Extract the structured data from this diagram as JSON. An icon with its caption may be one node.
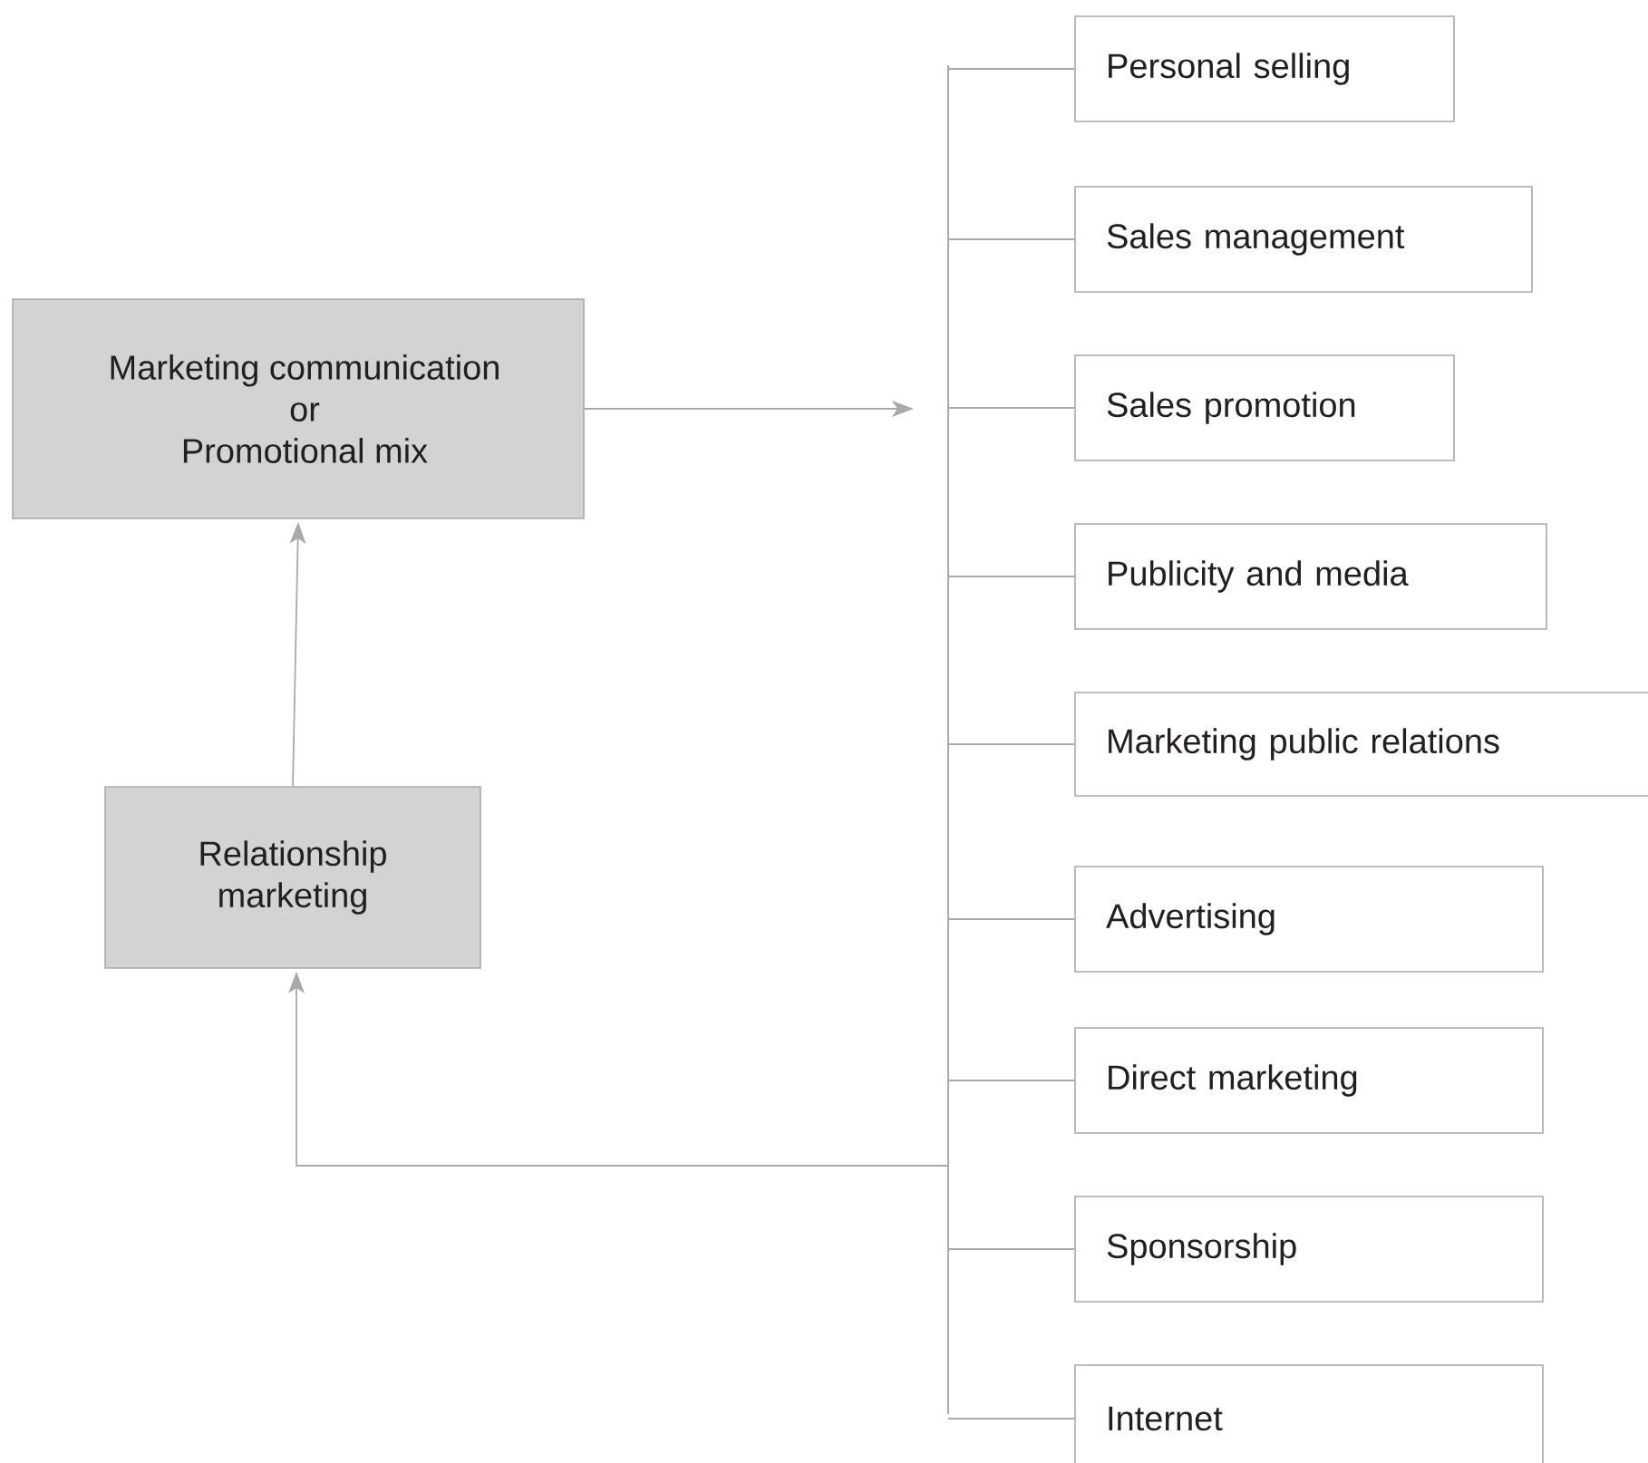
{
  "diagram": {
    "nodes": [
      {
        "text": [
          "Marketing communication or Promotional mix"
        ]
      },
      {
        "text": [
          "Relationship marketing"
        ]
      },
      {
        "text": [],
        "shape": "bar"
      },
      {
        "text": [
          "Personal selling"
        ]
      },
      {
        "text": [
          "Sales management"
        ]
      },
      {
        "text": [
          "Sales promotion"
        ]
      },
      {
        "text": [
          "Publicity and media"
        ]
      },
      {
        "text": [
          "Marketing public relations"
        ]
      },
      {
        "text": [
          "Advertising"
        ]
      },
      {
        "text": [
          "Direct marketing"
        ]
      },
      {
        "text": [
          "Sponsorship"
        ]
      },
      {
        "text": [
          "Internet"
        ]
      }
    ],
    "edges": [
      {
        "from": 0,
        "to": 2,
        "arrow": "to"
      },
      {
        "from": 1,
        "to": 0,
        "arrow": "to"
      },
      {
        "from": 2,
        "to": 3,
        "arrow": "none"
      },
      {
        "from": 2,
        "to": 4,
        "arrow": "none"
      },
      {
        "from": 2,
        "to": 5,
        "arrow": "none"
      },
      {
        "from": 2,
        "to": 6,
        "arrow": "none"
      },
      {
        "from": 2,
        "to": 7,
        "arrow": "none"
      },
      {
        "from": 2,
        "to": 8,
        "arrow": "none"
      },
      {
        "from": 2,
        "to": 9,
        "arrow": "none"
      },
      {
        "from": 2,
        "to": 10,
        "arrow": "none"
      },
      {
        "from": 2,
        "to": 11,
        "arrow": "none"
      },
      {
        "from": 2,
        "to": 1,
        "arrow": "to"
      }
    ]
  }
}
